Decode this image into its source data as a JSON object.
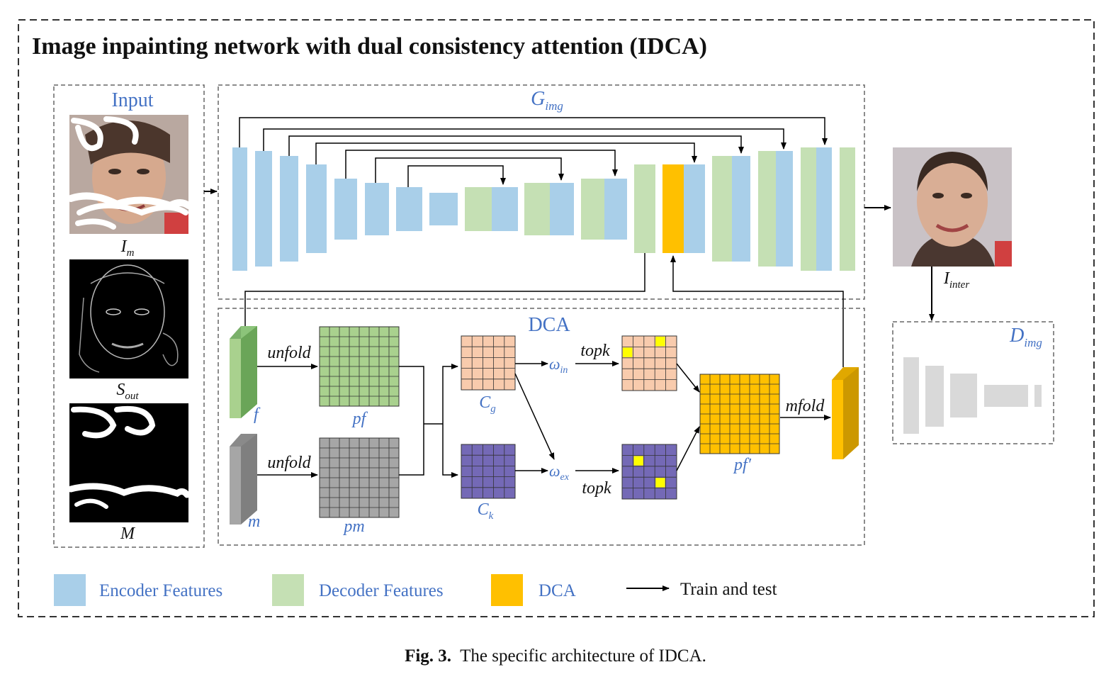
{
  "title": "Image inpainting network with dual consistency attention (IDCA)",
  "panels": {
    "input": {
      "title": "Input",
      "images": [
        {
          "label_base": "I",
          "label_sub": "m"
        },
        {
          "label_base": "S",
          "label_sub": "out"
        },
        {
          "label_base": "M",
          "label_sub": ""
        }
      ]
    },
    "generator": {
      "label_base": "G",
      "label_sub": "img"
    },
    "dca": {
      "title": "DCA"
    },
    "output": {
      "label_base": "I",
      "label_sub": "inter"
    },
    "discriminator": {
      "label_base": "D",
      "label_sub": "img"
    }
  },
  "dca_labels": {
    "f": "f",
    "m": "m",
    "unfold_top": "unfold",
    "unfold_bottom": "unfold",
    "pf": "pf",
    "pm": "pm",
    "cg_base": "C",
    "cg_sub": "g",
    "ck_base": "C",
    "ck_sub": "k",
    "w_in_base": "ω",
    "w_in_sub": "in",
    "w_ex_base": "ω",
    "w_ex_sub": "ex",
    "topk_top": "topk",
    "topk_bottom": "topk",
    "pf_prime": "pf′",
    "mfold": "mfold"
  },
  "legend": [
    {
      "label": "Encoder Features",
      "color": "#a9cfe9"
    },
    {
      "label": "Decoder Features",
      "color": "#c5e0b4"
    },
    {
      "label": "DCA",
      "color": "#ffc000"
    },
    {
      "label": "Train and test",
      "color": "#000000"
    }
  ],
  "caption": {
    "prefix": "Fig. 3.",
    "text": "The specific architecture of IDCA."
  },
  "colors": {
    "encoder": "#a9cfe9",
    "decoder": "#c5e0b4",
    "dca": "#ffc000",
    "label_blue": "#4472c4",
    "cg_grid": "#f8cbad",
    "ck_grid": "#7469b6",
    "pm_grid": "#a6a6a6",
    "pf_grid": "#a9d18e",
    "highlight": "#ffff00",
    "disc": "#d9d9d9"
  }
}
